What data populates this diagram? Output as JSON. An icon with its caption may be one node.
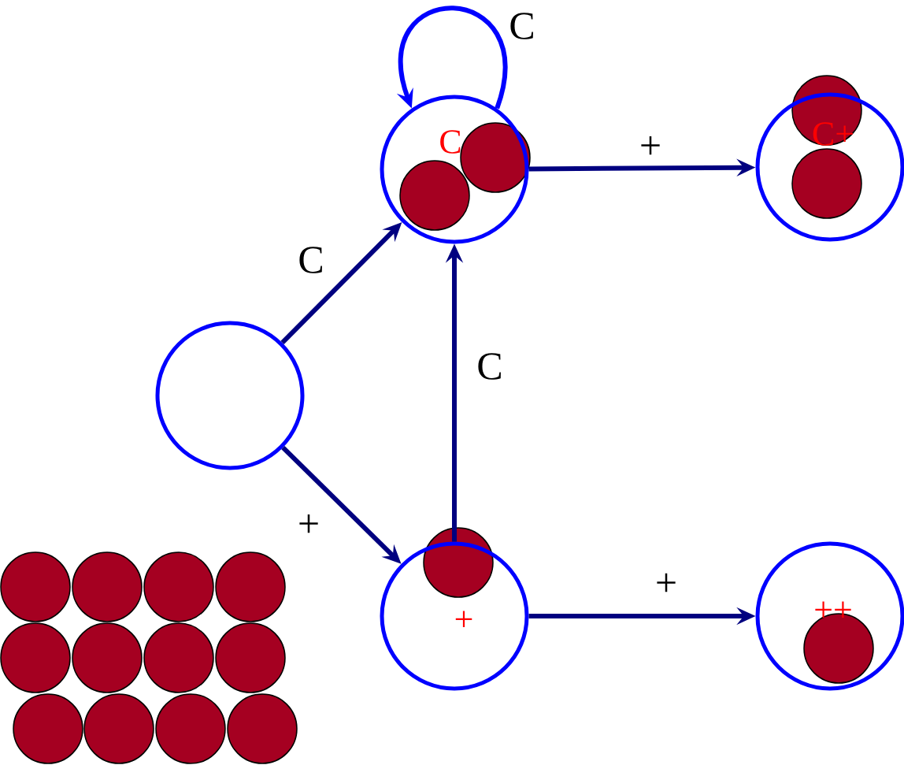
{
  "diagram": {
    "nodes": [
      {
        "text": [],
        "shape": "circle"
      },
      {
        "text": [
          "C"
        ]
      },
      {
        "text": [
          "+"
        ]
      },
      {
        "text": [
          "C+"
        ]
      },
      {
        "text": [
          "++"
        ]
      }
    ],
    "edges": [
      {
        "from": 0,
        "to": 1,
        "arrow": "to",
        "label": "C"
      },
      {
        "from": 0,
        "to": 2,
        "arrow": "to",
        "label": "+"
      },
      {
        "from": 2,
        "to": 1,
        "arrow": "to",
        "label": "C"
      },
      {
        "from": 1,
        "to": 1,
        "arrow": "to",
        "label": "C",
        "color": "#0000ff"
      },
      {
        "from": 1,
        "to": 3,
        "arrow": "to",
        "label": "+"
      },
      {
        "from": 2,
        "to": 4,
        "arrow": "to",
        "label": "+"
      }
    ]
  }
}
